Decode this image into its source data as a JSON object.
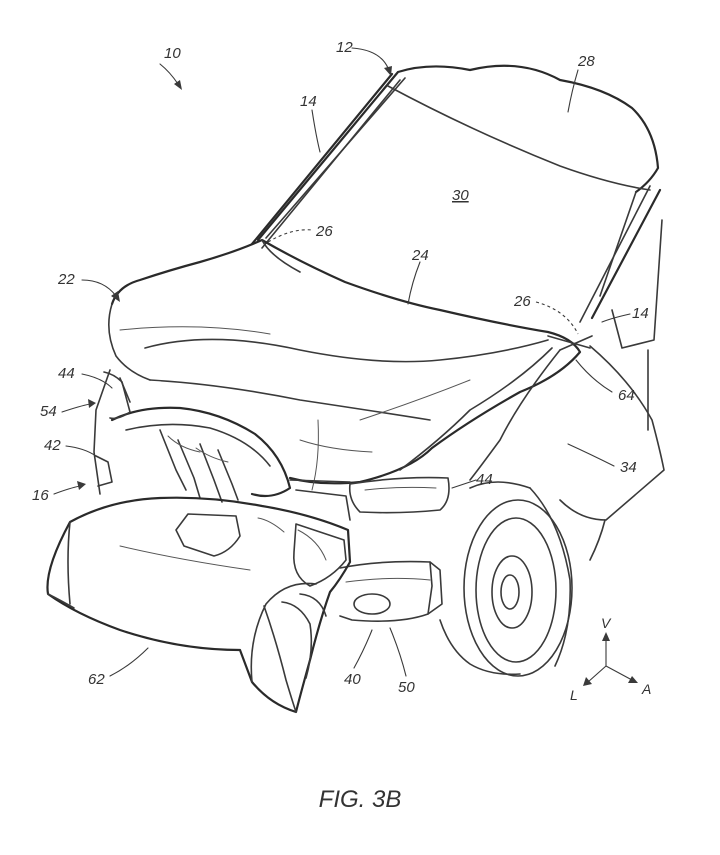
{
  "figure": {
    "caption": "FIG. 3B",
    "reference_numerals": {
      "r10": "10",
      "r12": "12",
      "r14a": "14",
      "r14b": "14",
      "r16": "16",
      "r22": "22",
      "r24": "24",
      "r26a": "26",
      "r26b": "26",
      "r28": "28",
      "r30": "30",
      "r34": "34",
      "r40": "40",
      "r42": "42",
      "r44a": "44",
      "r44b": "44",
      "r50": "50",
      "r54": "54",
      "r62": "62",
      "r64": "64"
    },
    "axes": {
      "vertical": "V",
      "lateral": "L",
      "longitudinal": "A"
    }
  }
}
